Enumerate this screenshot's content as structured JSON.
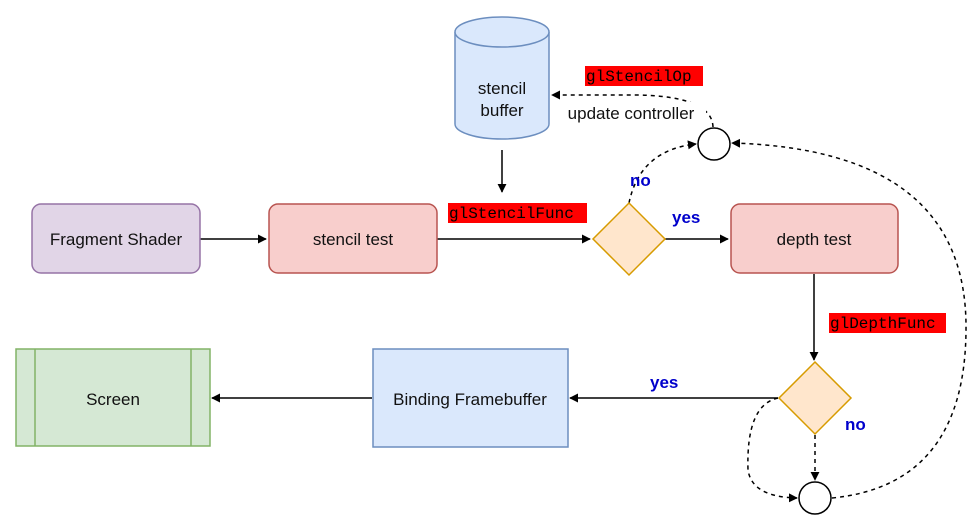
{
  "nodes": {
    "fragment_shader": "Fragment Shader",
    "stencil_test": "stencil test",
    "depth_test": "depth test",
    "binding_framebuffer": "Binding Framebuffer",
    "screen": "Screen",
    "stencil_buffer_line1": "stencil",
    "stencil_buffer_line2": "buffer"
  },
  "labels": {
    "gl_stencil_func": "glStencilFunc",
    "gl_stencil_op": "glStencilOp",
    "gl_depth_func": "glDepthFunc",
    "update_controller": "update controller",
    "stencil_yes": "yes",
    "stencil_no": "no",
    "depth_yes": "yes",
    "depth_no": "no"
  },
  "colors": {
    "purple_fill": "#e1d5e7",
    "purple_stroke": "#9673a6",
    "red_fill": "#f8cecc",
    "red_stroke": "#b85450",
    "orange_fill": "#ffe6cc",
    "orange_stroke": "#d79b00",
    "blue_fill": "#dae8fc",
    "blue_stroke": "#6c8ebf",
    "green_fill": "#d5e8d4",
    "green_stroke": "#82b366",
    "code_highlight": "#ff0000",
    "branch_text": "#0000cc"
  }
}
